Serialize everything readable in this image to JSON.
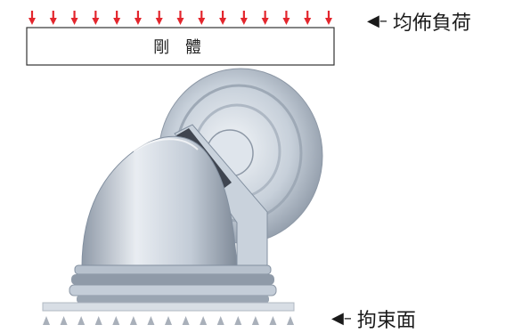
{
  "diagram": {
    "rigid_body_label": "剛 體",
    "load_label": "均佈負荷",
    "support_label": "拘束面",
    "load_arrow_count": 15,
    "support_marker_count": 15,
    "colors": {
      "load_arrow": "#e3262d",
      "support_marker": "#a9b0ba",
      "model_body": "#b9c3cf",
      "model_shadow": "#7f8a98",
      "box_border": "#333333"
    }
  }
}
